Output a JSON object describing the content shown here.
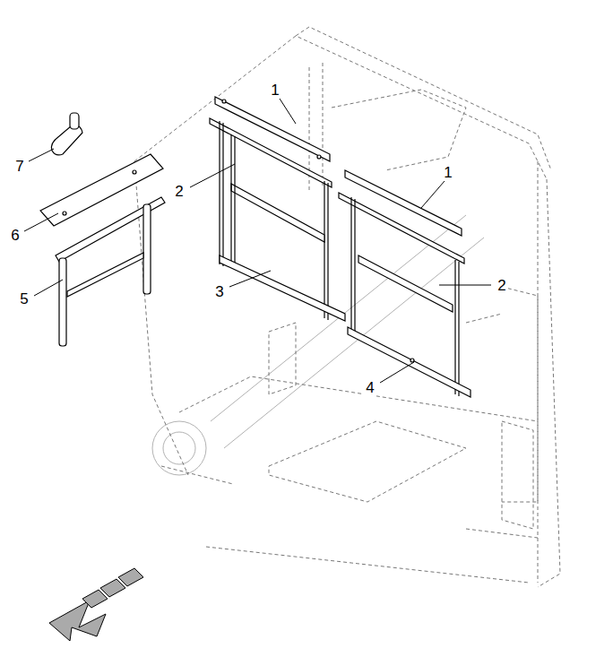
{
  "diagram": {
    "labels": [
      "1",
      "2",
      "1",
      "2",
      "3",
      "4",
      "5",
      "6",
      "7"
    ]
  }
}
